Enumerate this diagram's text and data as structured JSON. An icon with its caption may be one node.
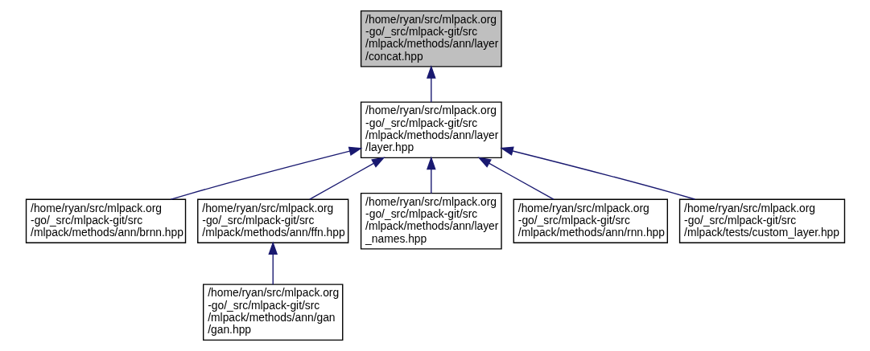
{
  "diagram": {
    "nodes": [
      {
        "text": [
          "/home/ryan/src/mlpack.org -go/_src/mlpack-git/src /mlpack/methods/ann/layer /concat.hpp"
        ]
      },
      {
        "text": [
          "/home/ryan/src/mlpack.org -go/_src/mlpack-git/src /mlpack/methods/ann/layer /layer.hpp"
        ]
      },
      {
        "text": [
          "/home/ryan/src/mlpack.org -go/_src/mlpack-git/src /mlpack/methods/ann/brnn.hpp"
        ]
      },
      {
        "text": [
          "/home/ryan/src/mlpack.org -go/_src/mlpack-git/src /mlpack/methods/ann/ffn.hpp"
        ]
      },
      {
        "text": [
          "/home/ryan/src/mlpack.org -go/_src/mlpack-git/src /mlpack/methods/ann/layer _names.hpp"
        ]
      },
      {
        "text": [
          "/home/ryan/src/mlpack.org -go/_src/mlpack-git/src /mlpack/methods/ann/rnn.hpp"
        ]
      },
      {
        "text": [
          "/home/ryan/src/mlpack.org -go/_src/mlpack-git/src /mlpack/tests/custom_layer.hpp"
        ]
      },
      {
        "text": [
          "/home/ryan/src/mlpack.org -go/_src/mlpack-git/src /mlpack/methods/ann/gan /gan.hpp"
        ]
      }
    ],
    "edges": [
      {
        "from": 1,
        "to": 0,
        "arrow": "to"
      },
      {
        "from": 2,
        "to": 1,
        "arrow": "to"
      },
      {
        "from": 3,
        "to": 1,
        "arrow": "to"
      },
      {
        "from": 4,
        "to": 1,
        "arrow": "to"
      },
      {
        "from": 5,
        "to": 1,
        "arrow": "to"
      },
      {
        "from": 6,
        "to": 1,
        "arrow": "to"
      },
      {
        "from": 7,
        "to": 3,
        "arrow": "to"
      }
    ]
  }
}
